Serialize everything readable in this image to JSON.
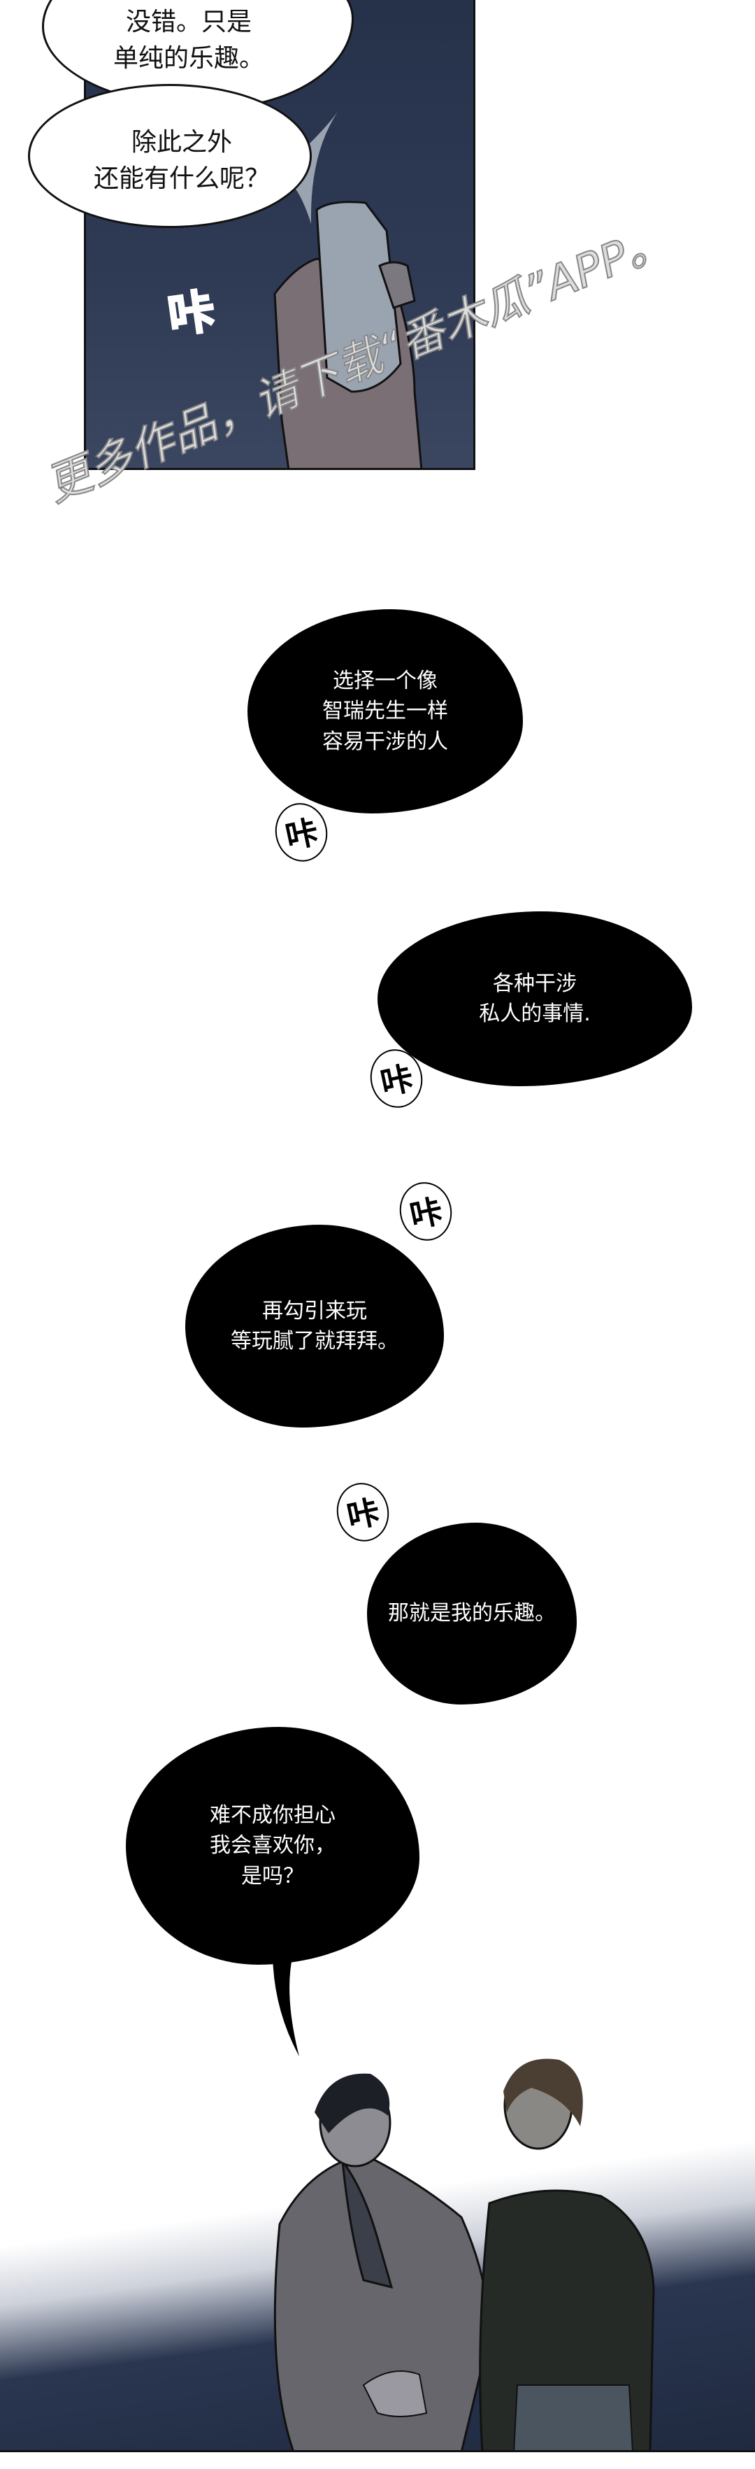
{
  "panel1": {
    "bubble_top_lines": [
      "没错。只是",
      "单纯的乐趣。"
    ],
    "bubble_bottom_lines": [
      "除此之外",
      "还能有什么呢？"
    ],
    "sfx": "咔",
    "watermark": "更多作品，请下载“番木瓜”APP。"
  },
  "bubbles": [
    {
      "lines": [
        "选择一个像",
        "智瑞先生一样",
        "容易干涉的人"
      ]
    },
    {
      "lines": [
        "各种干涉",
        "私人的事情."
      ]
    },
    {
      "lines": [
        "再勾引来玩",
        "等玩腻了就拜拜。"
      ]
    },
    {
      "lines": [
        "那就是我的乐趣。"
      ]
    },
    {
      "lines": [
        "难不成你担心",
        "我会喜欢你，",
        "是吗？"
      ]
    }
  ],
  "sfx": [
    "咔",
    "咔",
    "咔",
    "咔"
  ],
  "colors": {
    "night_sky": "#26324a",
    "bubble_black": "#000000",
    "coat_gray": "#6b6b70",
    "jacket_dark": "#252a26"
  }
}
